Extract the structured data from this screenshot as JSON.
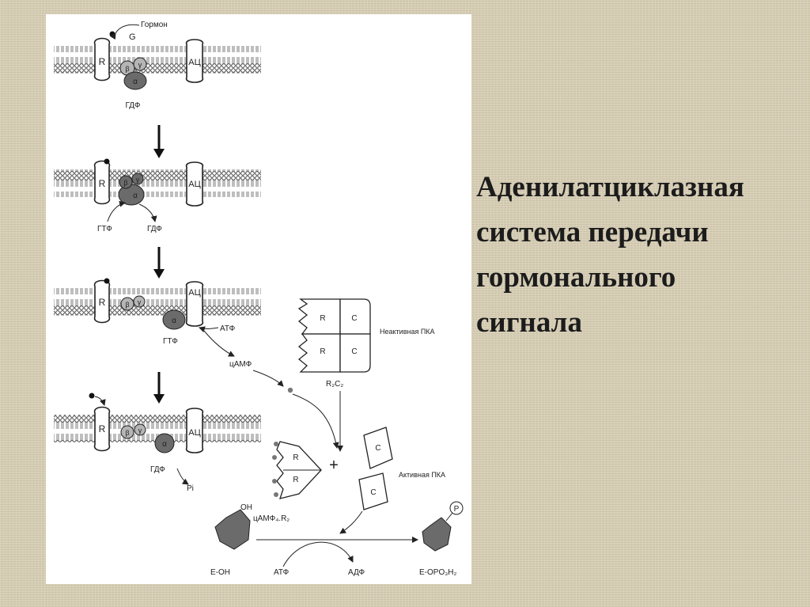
{
  "title": {
    "lines": [
      "Аденилатциклазная",
      "система передачи",
      "гормонального",
      "сигнала"
    ]
  },
  "diagram": {
    "hormone_label": "Гормон",
    "g_label": "G",
    "receptor_label": "R",
    "ac_label": "АЦ",
    "beta": "β",
    "gamma": "γ",
    "alpha": "α",
    "gdp": "ГДФ",
    "gtp": "ГТФ",
    "atp": "АТФ",
    "adp": "АДФ",
    "camp": "цАМФ",
    "pi": "Pi",
    "pka_r": "R",
    "pka_c": "C",
    "inactive_pka": "Неактивная ПКА",
    "active_pka": "Активная ПКА",
    "r2c2": "R₂C₂",
    "camp4r2": "цАМФ₄.R₂",
    "plus": "+",
    "oh": "OH",
    "e_oh": "E-OH",
    "e_opo3h2": "E-OPO₃H₂",
    "p": "P"
  },
  "colors": {
    "background": "#d6cdb5",
    "panel": "#ffffff",
    "ink": "#222222",
    "alpha_fill": "#6b6b6b",
    "subunit_fill": "#b5b5b5"
  }
}
